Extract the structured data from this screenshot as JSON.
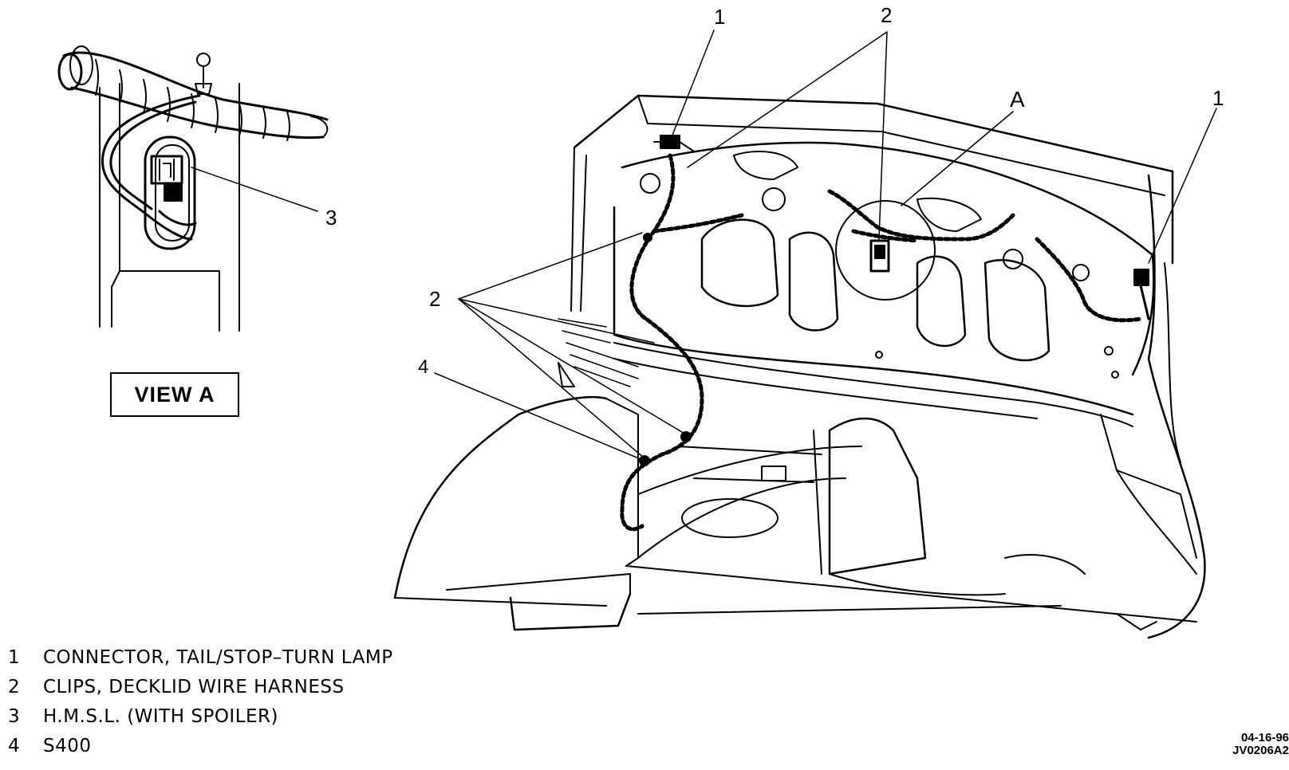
{
  "callouts": {
    "view_a_3": "3",
    "main_1_left": "1",
    "main_2_top": "2",
    "main_A": "A",
    "main_1_right": "1",
    "main_2_left": "2",
    "main_4": "4"
  },
  "view_label": "VIEW A",
  "legend": [
    {
      "num": "1",
      "text": "CONNECTOR, TAIL/STOP–TURN LAMP"
    },
    {
      "num": "2",
      "text": "CLIPS, DECKLID WIRE HARNESS"
    },
    {
      "num": "3",
      "text": "H.M.S.L. (WITH SPOILER)"
    },
    {
      "num": "4",
      "text": "S400"
    }
  ],
  "ref_code": {
    "date": "04-16-96",
    "code": "JV0206A2"
  },
  "colors": {
    "ink": "#000000",
    "paper": "#ffffff"
  }
}
